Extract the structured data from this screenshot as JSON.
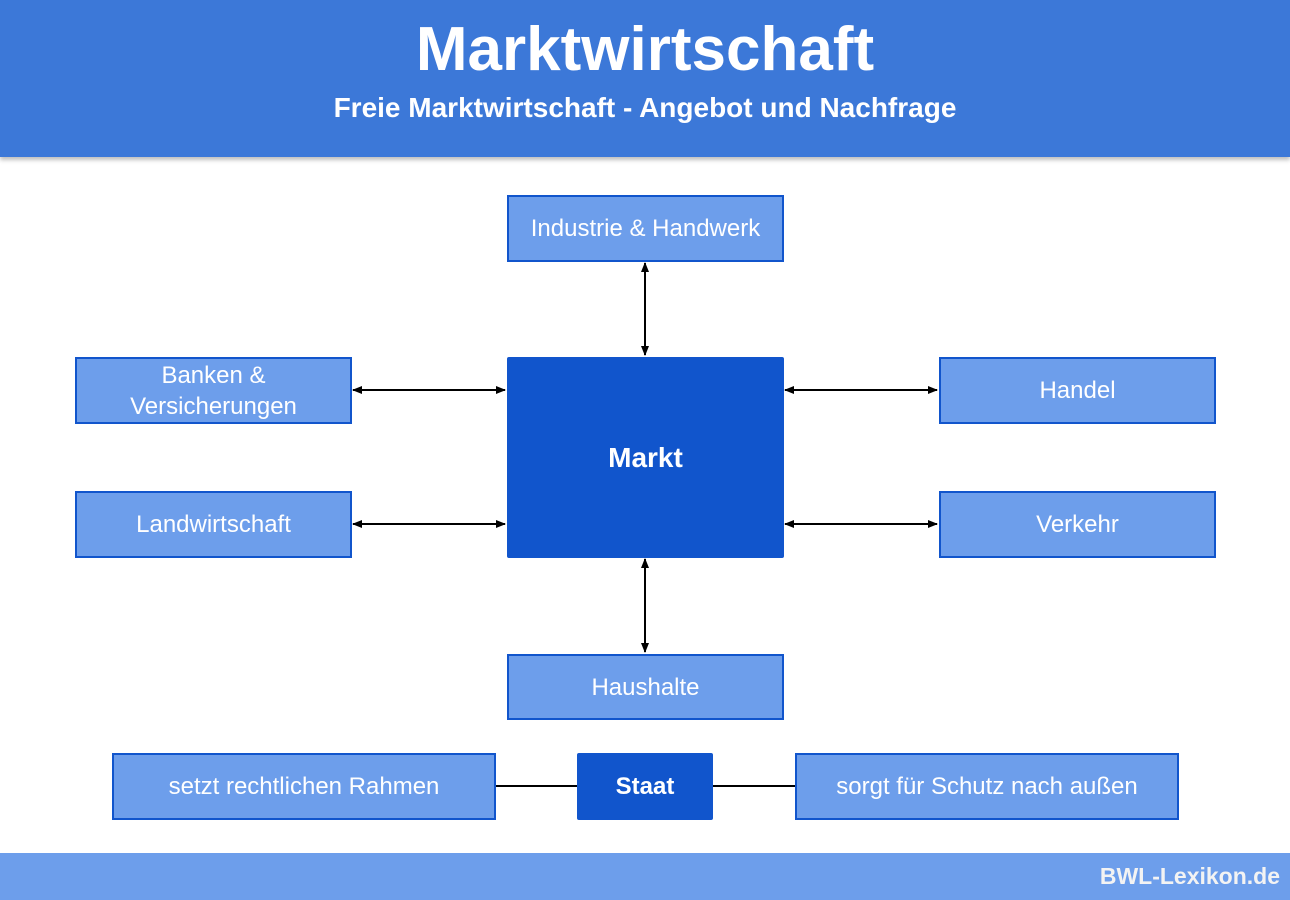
{
  "header": {
    "title": "Marktwirtschaft",
    "subtitle": "Freie Marktwirtschaft - Angebot und Nachfrage"
  },
  "diagram": {
    "center": "Markt",
    "top": "Industrie & Handwerk",
    "left_upper": "Banken & Versicherungen",
    "left_lower": "Landwirtschaft",
    "right_upper": "Handel",
    "right_lower": "Verkehr",
    "bottom": "Haushalte",
    "state": {
      "label": "Staat",
      "left": "setzt rechtlichen Rahmen",
      "right": "sorgt für Schutz nach außen"
    }
  },
  "footer": {
    "brand": "BWL-Lexikon.de"
  },
  "colors": {
    "header": "#3c78d8",
    "light_box": "#6d9eeb",
    "dark_box": "#1155cc",
    "border": "#1155cc"
  }
}
